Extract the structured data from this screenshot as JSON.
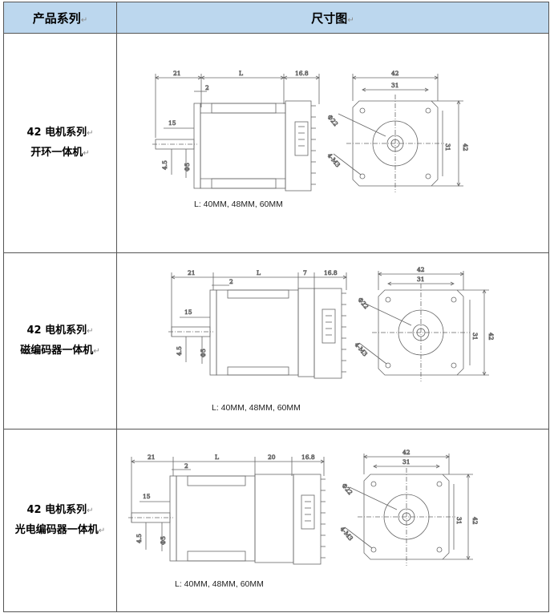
{
  "header": {
    "col1": "产品系列",
    "col2": "尺寸图"
  },
  "rows": [
    {
      "line1": "42 电机系列",
      "line2": "开环一体机",
      "side": {
        "a": "21",
        "b": "L",
        "c": "16.8",
        "g": "2",
        "e": "15",
        "f": "4.5",
        "h": "Φ5"
      },
      "front": {
        "w": "42",
        "i": "31",
        "dia": "Φ22",
        "holes": "4-M3",
        "vo": "42",
        "vi": "31"
      },
      "caption": "L: 40MM, 48MM, 60MM"
    },
    {
      "line1": "42 电机系列",
      "line2": "磁编码器一体机",
      "side": {
        "a": "21",
        "b": "L",
        "d": "7",
        "c": "16.8",
        "g": "2",
        "e": "15",
        "f": "4.5",
        "h": "Φ5"
      },
      "front": {
        "w": "42",
        "i": "31",
        "dia": "Φ22",
        "holes": "4-M3",
        "vo": "42",
        "vi": "31"
      },
      "caption": "L: 40MM, 48MM, 60MM"
    },
    {
      "line1": "42 电机系列",
      "line2": "光电编码器一体机",
      "side": {
        "a": "21",
        "b": "L",
        "d": "20",
        "c": "16.8",
        "g": "2",
        "e": "15",
        "f": "4.5",
        "h": "Φ5"
      },
      "front": {
        "w": "42",
        "i": "31",
        "dia": "Φ22",
        "holes": "4-M3",
        "vo": "42",
        "vi": "31"
      },
      "caption": "L: 40MM, 48MM, 60MM"
    }
  ]
}
